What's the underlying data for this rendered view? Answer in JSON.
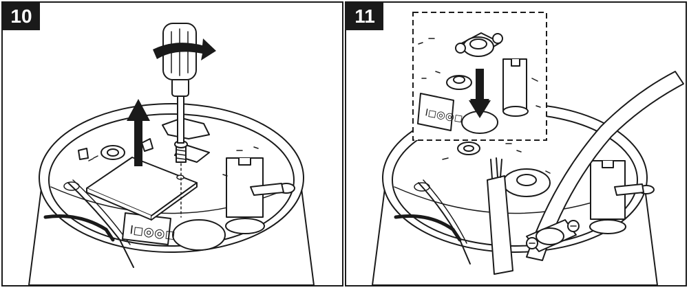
{
  "steps": [
    {
      "number": "10",
      "icons": [
        "screwdriver-icon",
        "rotate-arrow-icon",
        "up-arrow-icon",
        "circuit-board-icon",
        "screw-icon"
      ]
    },
    {
      "number": "11",
      "icons": [
        "cable-gland-icon",
        "down-arrow-icon",
        "cable-icon",
        "detail-inset-icon"
      ]
    }
  ],
  "label_text": "I◻◎◎◻",
  "colors": {
    "ink": "#1a1a1a",
    "paper": "#ffffff"
  }
}
